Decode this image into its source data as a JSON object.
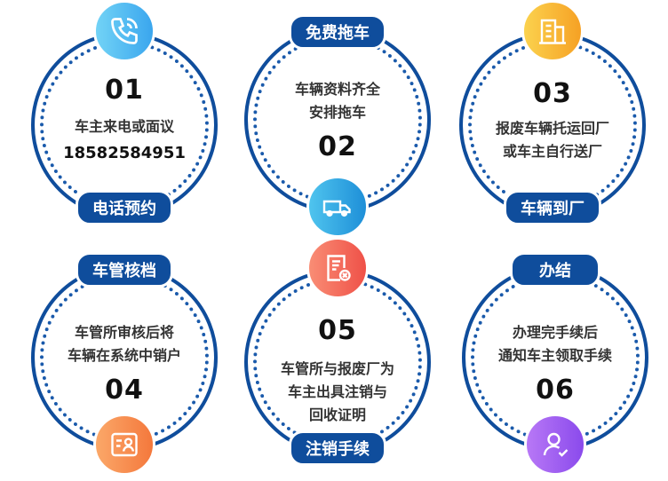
{
  "steps": [
    {
      "number": "01",
      "label": "电话预约",
      "lines": [
        "车主来电或面议",
        "18582584951"
      ],
      "icon": "phone-icon",
      "color": "#4ab6f0"
    },
    {
      "number": "02",
      "label": "免费拖车",
      "lines": [
        "车辆资料齐全",
        "安排拖车"
      ],
      "icon": "truck-icon",
      "color": "#2fa6e0"
    },
    {
      "number": "03",
      "label": "车辆到厂",
      "lines": [
        "报废车辆托运回厂",
        "或车主自行送厂"
      ],
      "icon": "building-icon",
      "color": "#f8b32a"
    },
    {
      "number": "04",
      "label": "车管核档",
      "lines": [
        "车管所审核后将",
        "车辆在系统中销户"
      ],
      "icon": "profile-card-icon",
      "color": "#f98a4e"
    },
    {
      "number": "05",
      "label": "注销手续",
      "lines": [
        "车管所与报废厂为",
        "车主出具注销与",
        "回收证明"
      ],
      "icon": "document-cancel-icon",
      "color": "#f46a5c"
    },
    {
      "number": "06",
      "label": "办结",
      "lines": [
        "办理完手续后",
        "通知车主领取手续"
      ],
      "icon": "user-check-icon",
      "color": "#9a5cf0"
    }
  ]
}
